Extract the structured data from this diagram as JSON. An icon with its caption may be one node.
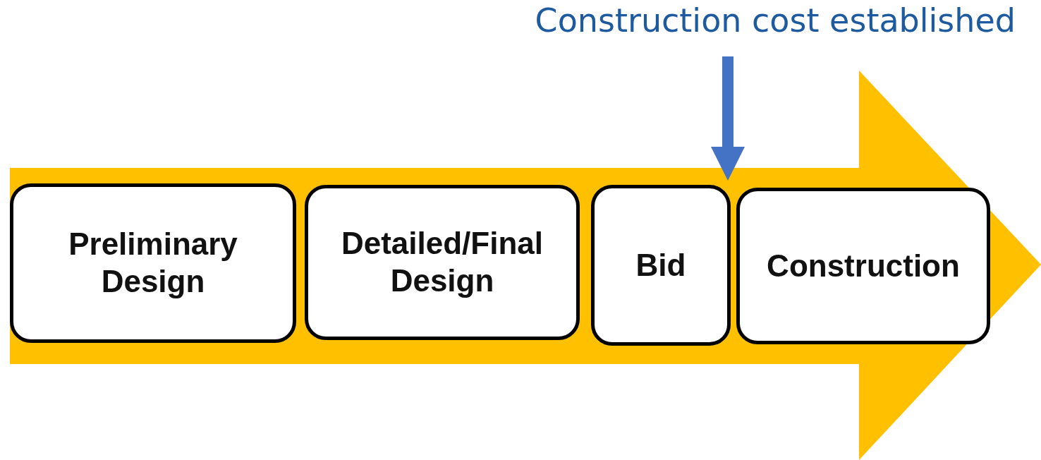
{
  "diagram": {
    "nodes": [
      {
        "text": [],
        "shape": "arrow"
      },
      {
        "text": [
          "Preliminary Design"
        ],
        "in": 0
      },
      {
        "text": [
          "Detailed/Final Design"
        ],
        "in": 0
      },
      {
        "text": [
          "Bid"
        ],
        "in": 0
      },
      {
        "text": [
          "Construction"
        ],
        "in": 0
      },
      {
        "text": [
          "Construction cost established"
        ]
      }
    ],
    "edges": [
      {
        "from": 5,
        "to": 3,
        "arrow": "to",
        "color": "#4472c4"
      }
    ]
  }
}
